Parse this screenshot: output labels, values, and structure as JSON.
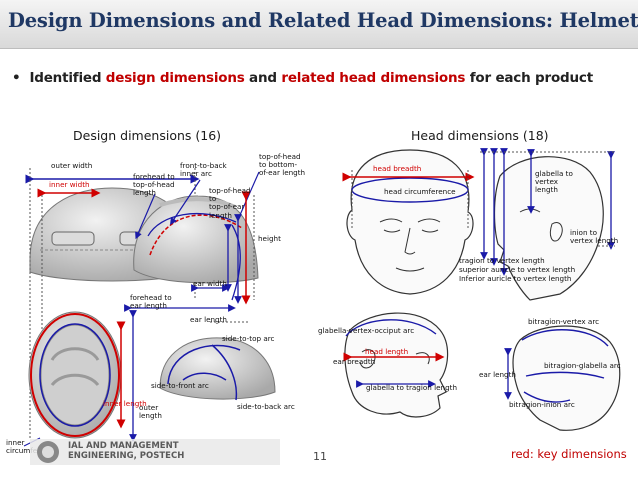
{
  "slide": {
    "title": "Design Dimensions and Related Head Dimensions: Helmet",
    "bullet": {
      "marker": "•",
      "prefix": "Identified ",
      "em1": "design dimensions",
      "middle": " and ",
      "em2": "related head dimensions",
      "suffix": " for each product"
    },
    "left_heading": "Design dimensions (16)",
    "right_heading": "Head dimensions (18)",
    "page_number": "11",
    "key_note": "red: key dimensions",
    "logo_text": [
      "IAL AND MANAGEMENT",
      "ENGINEERING, POSTECH"
    ]
  },
  "design_labels": {
    "outer_width": "outer width",
    "inner_width": "inner width",
    "forehead_top": [
      "forehead to",
      "top-of-head",
      "length"
    ],
    "front_back": [
      "front-to-back",
      "inner arc"
    ],
    "top_bottom": [
      "top-of-head",
      "to bottom-",
      "of-ear length"
    ],
    "top_top": [
      "top-of-head",
      "to",
      "top-of-ear",
      "length"
    ],
    "height": "height",
    "ear_width": "ear width",
    "forehead_ear": [
      "forehead to",
      "ear length"
    ],
    "ear_length": "ear length",
    "side_top": "side-to-top arc",
    "side_front": "side-to-front arc",
    "side_back": "side-to-back arc",
    "inner_length": "inner length",
    "outer_length": [
      "outer",
      "length"
    ],
    "inner_circ": [
      "inner",
      "circumference"
    ]
  },
  "head_labels": {
    "head_breadth": "head breadth",
    "head_circumference": "head circumference",
    "glabella_vertex": [
      "glabella to",
      "vertex",
      "length"
    ],
    "inion_vertex": [
      "inion to",
      "vertex length"
    ],
    "tragion_vertex": "tragion to vertex length",
    "superior_auricle": "superior auricle to vertex length",
    "inferior_auricle": "Inferior auricle to vertex length",
    "gvo_arc": "glabella-vertex-occiput arc",
    "head_length": "head length",
    "ear_breadth": "ear breadth",
    "glabella_tragion": "glabella to tragion length",
    "bitragion_vertex": "bitragion-vertex arc",
    "bitragion_glabella": "bitragion-glabella arc",
    "ear_length": "ear length",
    "bitragion_inion": "bitragion-inion arc"
  },
  "colors": {
    "title": "#1f3864",
    "key_red": "#c00000",
    "dim_blue": "#1a1aa8",
    "dim_red": "#d00000"
  }
}
